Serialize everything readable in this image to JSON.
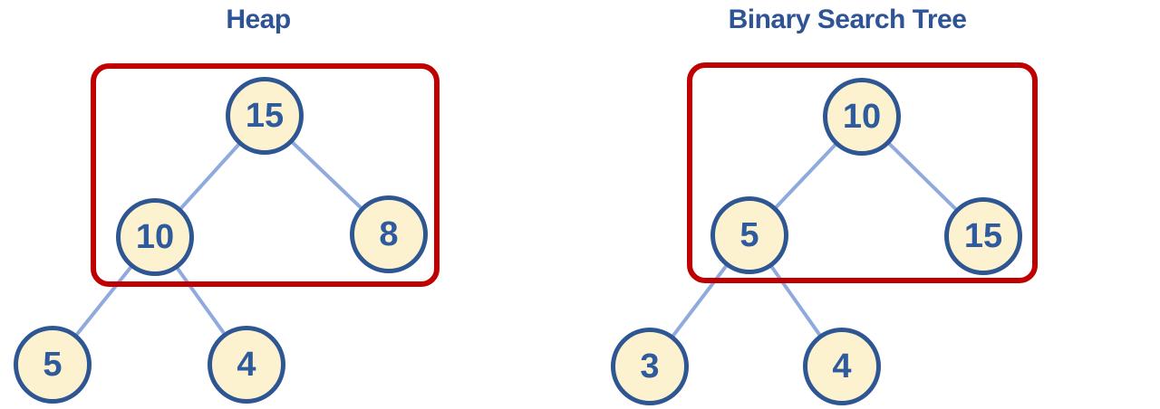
{
  "diagram": {
    "background": "#ffffff",
    "colors": {
      "node_fill": "#FCF2CF",
      "node_stroke": "#2E5693",
      "node_text": "#2E5A9E",
      "edge": "#8FAADC",
      "highlight_box": "#C00000",
      "title_text": "#2F5496"
    },
    "trees": [
      {
        "title": "Heap",
        "nodes": [
          {
            "value": "15"
          },
          {
            "value": "10"
          },
          {
            "value": "8"
          },
          {
            "value": "5"
          },
          {
            "value": "4"
          }
        ],
        "edges": [
          "15-10",
          "15-8",
          "10-5",
          "10-4"
        ],
        "highlighted_nodes": [
          "15",
          "10",
          "8"
        ]
      },
      {
        "title": "Binary Search Tree",
        "nodes": [
          {
            "value": "10"
          },
          {
            "value": "5"
          },
          {
            "value": "15"
          },
          {
            "value": "3"
          },
          {
            "value": "4"
          }
        ],
        "edges": [
          "10-5",
          "10-15",
          "5-3",
          "5-4"
        ],
        "highlighted_nodes": [
          "10",
          "5",
          "15"
        ]
      }
    ]
  }
}
